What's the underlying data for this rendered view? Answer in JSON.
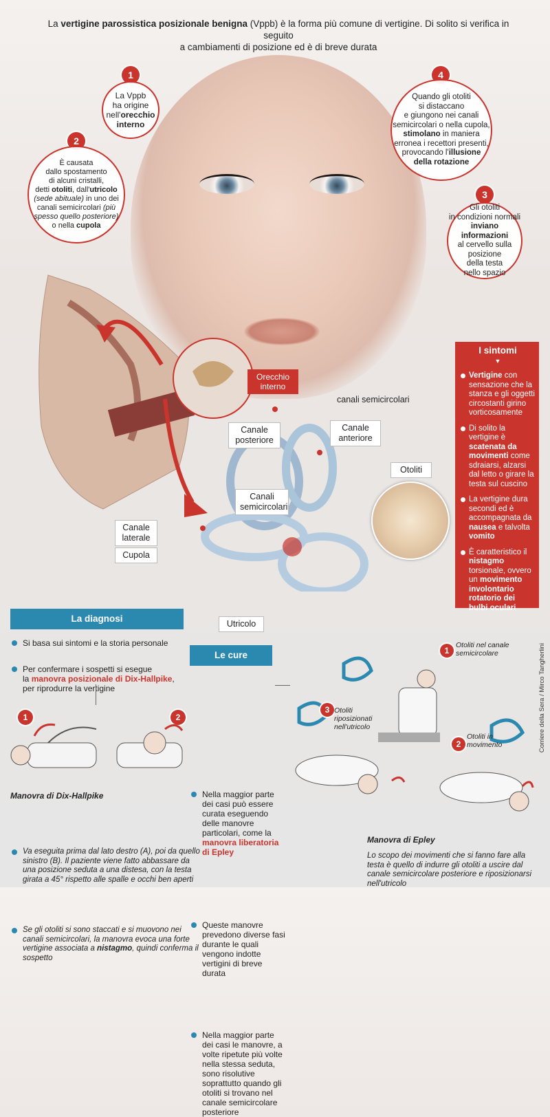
{
  "intro": {
    "p1": "La ",
    "b1": "vertigine parossistica posizionale benigna",
    "p2": " (Vppb) è la forma più comune di vertigine. Di solito si verifica in seguito",
    "p3": "a cambiamenti di posizione ed è di breve durata"
  },
  "steps": [
    {
      "num": "1",
      "t1": "La Vppb",
      "t2": "ha origine",
      "t3": "nell'",
      "b": "orecchio interno"
    },
    {
      "num": "2",
      "t1": "È causata",
      "t2": "dallo spostamento",
      "t3": "di alcuni cristalli,",
      "t4": "detti ",
      "b1": "otoliti",
      "t5": ", dall'",
      "b2": "utricolo",
      "i1": "(sede abituale)",
      "t6": " in uno dei",
      "t7": "canali semicircolari ",
      "i2": "(più spesso quello posteriore)",
      "t8": "o nella ",
      "b3": "cupola"
    },
    {
      "num": "3",
      "t1": "Gli otoliti",
      "t2": "in condizioni normali",
      "b": "inviano informazioni",
      "t3": "al cervello sulla",
      "t4": "posizione",
      "t5": "della testa",
      "t6": "nello spazio"
    },
    {
      "num": "4",
      "t1": "Quando gli otoliti",
      "t2": "si distaccano",
      "t3": "e giungono nei canali",
      "t4": "semicircolari o nella cupola,",
      "b1": "stimolano",
      "t5": " in maniera",
      "t6": "erronea i recettori presenti,",
      "t7": "provocando l'",
      "b2": "illusione della rotazione"
    }
  ],
  "labels": {
    "orecchio_interno": "Orecchio interno",
    "canali_title": "canali semicircolari",
    "canale_posteriore": "Canale posteriore",
    "canale_anteriore": "Canale anteriore",
    "canali_semicircolari": "Canali semicircolari",
    "otoliti": "Otoliti",
    "canale_laterale": "Canale laterale",
    "cupola": "Cupola",
    "utricolo": "Utricolo"
  },
  "sintomi": {
    "title": "I sintomi",
    "items": [
      {
        "b": "Vertigine",
        "t": "con sensazione che la stanza e gli oggetti circostanti girino vorticosamente"
      },
      {
        "t1": "Di solito la vertigine è ",
        "b": "scatenata da movimenti",
        "t2": " come sdraiarsi, alzarsi dal letto o girare la testa sul cuscino"
      },
      {
        "t1": "La vertigine dura secondi ed è accompagnata da ",
        "b1": "nausea",
        "t2": " e talvolta ",
        "b2": "vomito"
      },
      {
        "t1": "È caratteristico il ",
        "b1": "nistagmo",
        "t2": " torsionale, ovvero un ",
        "b2": "movimento involontario rotatorio dei bulbi oculari"
      }
    ]
  },
  "diagnosi": {
    "title": "La diagnosi",
    "b1": "Si basa sui sintomi e la storia personale",
    "b2_t1": "Per confermare i sospetti si esegue",
    "b2_t2": "la ",
    "b2_red": "manovra posizionale di Dix-Hallpike",
    "b2_t3": ",",
    "b2_t4": "per riprodurre la vertigine",
    "fig1": "1",
    "fig2": "2",
    "manovra_title": "Manovra di Dix-Hallpike",
    "n1": "Va eseguita prima dal lato destro (A), poi da quello sinistro (B). Il paziente viene fatto abbassare da una posizione seduta a una distesa, con la testa girata a 45° rispetto alle spalle e occhi ben aperti",
    "n2_t1": "Se gli otoliti si sono staccati e si muovono nei canali semicircolari, la manovra evoca una forte vertigine associata a ",
    "n2_b": "nistagmo",
    "n2_t2": ", quindi conferma il sospetto"
  },
  "cure": {
    "title": "Le cure",
    "c1_t": "Nella maggior parte dei casi può essere curata eseguendo delle manovre particolari, come la ",
    "c1_red": "manovra liberatoria di Epley",
    "c2": "Queste manovre prevedono diverse fasi durante le quali vengono indotte vertigini di breve durata",
    "c3": "Nella maggior parte dei casi le manovre, a volte ripetute più volte nella stessa seduta, sono risolutive soprattutto quando gli otoliti si trovano nel canale semicircolare posteriore"
  },
  "epley": {
    "s1_num": "1",
    "s1": "Otoliti nel canale semicircolare",
    "s2_num": "2",
    "s2": "Otoliti in movimento",
    "s3_num": "3",
    "s3": "Otoliti riposizionati nell'utricolo",
    "title": "Manovra di Epley",
    "note": "Lo scopo dei movimenti che si fanno fare alla testa è quello di indurre gli otoliti a uscire dal canale semicircolare posteriore e riposizionarsi nell'utricolo"
  },
  "credit": "Corriere della Sera / Mirco Tangherlini",
  "colors": {
    "accent_red": "#c9342d",
    "accent_blue": "#2b89b0"
  }
}
